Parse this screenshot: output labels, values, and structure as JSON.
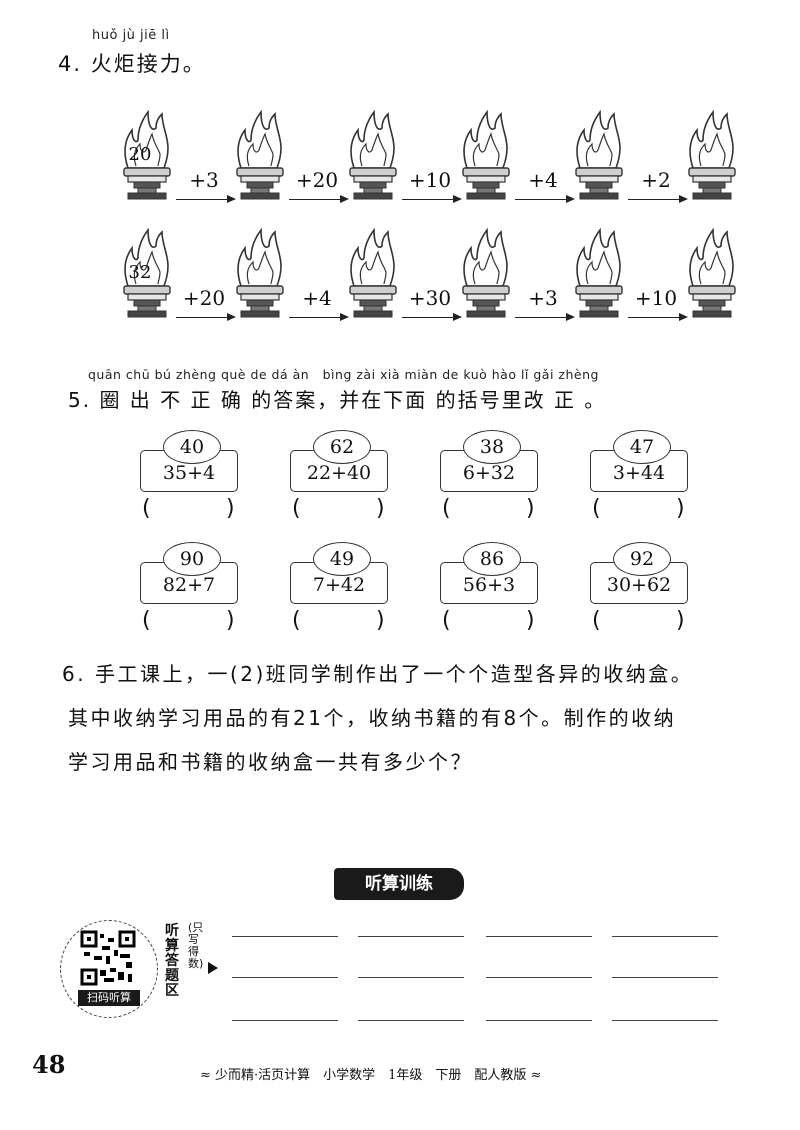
{
  "q4": {
    "pinyin": "huǒ jù jiē lì",
    "title": "4. 火炬接力。",
    "row1": {
      "start": "20",
      "ops": [
        "+3",
        "+20",
        "+10",
        "+4",
        "+2"
      ]
    },
    "row2": {
      "start": "32",
      "ops": [
        "+20",
        "+4",
        "+30",
        "+3",
        "+10"
      ]
    }
  },
  "q5": {
    "pinyin": "quān chū bú zhèng què de dá àn   bìng zài xià miàn de kuò hào lǐ gǎi zhèng",
    "title": "5. 圈 出 不 正 确 的答案，并在下面 的括号里改 正 。",
    "cards": [
      {
        "answer": "40",
        "expr": "35+4"
      },
      {
        "answer": "62",
        "expr": "22+40"
      },
      {
        "answer": "38",
        "expr": "6+32"
      },
      {
        "answer": "47",
        "expr": "3+44"
      },
      {
        "answer": "90",
        "expr": "82+7"
      },
      {
        "answer": "49",
        "expr": "7+42"
      },
      {
        "answer": "86",
        "expr": "56+3"
      },
      {
        "answer": "92",
        "expr": "30+62"
      }
    ],
    "paren_open": "(",
    "paren_close": ")"
  },
  "q6": {
    "line1": "6. 手工课上，一(2)班同学制作出了一个个造型各异的收纳盒。",
    "line2": "其中收纳学习用品的有21个，收纳书籍的有8个。制作的收纳",
    "line3": "学习用品和书籍的收纳盒一共有多少个？"
  },
  "listening": {
    "banner": "听算训练",
    "qr_caption": "扫码听算",
    "area_label": "听算答题区",
    "area_note": "(只写得数)"
  },
  "footer": {
    "page_number": "48",
    "text": "≈ 少而精·活页计算　小学数学　1年级　下册　配人教版 ≈"
  }
}
